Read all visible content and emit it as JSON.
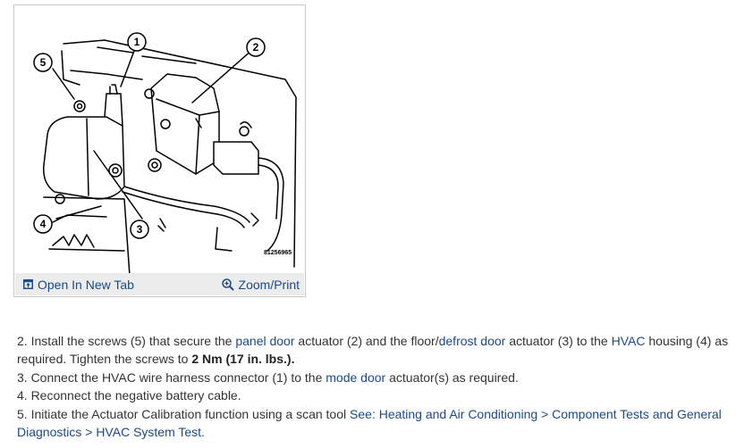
{
  "figure": {
    "callouts": [
      "1",
      "2",
      "3",
      "4",
      "5"
    ],
    "part_number": "81256965",
    "open_tab_label": "Open In New Tab",
    "zoom_label": "Zoom/Print",
    "open_tab_icon": "open-new-tab-icon",
    "zoom_icon": "magnifier-plus-icon"
  },
  "steps": {
    "s2": {
      "t1": "2. Install the screws (5) that secure the ",
      "link1": "panel door",
      "t2": " actuator (2) and the floor/",
      "link2": "defrost door",
      "t3": " actuator (3) to the ",
      "link3": "HVAC",
      "t4": " housing (4) as required. Tighten the screws to ",
      "bold": "2 Nm (17 in. lbs.)."
    },
    "s3": {
      "t1": "3. Connect the HVAC wire harness connector (1) to the ",
      "link": "mode door",
      "t2": " actuator(s) as required."
    },
    "s4": {
      "t1": "4. Reconnect the negative battery cable."
    },
    "s5": {
      "t1": "5. Initiate the Actuator Calibration function using a scan tool ",
      "link": "See: Heating and Air Conditioning > Component Tests and General Diagnostics > HVAC System Test."
    }
  },
  "colors": {
    "link": "#1a4a8c",
    "text": "#333333",
    "toolbar_bg": "#ececec"
  }
}
